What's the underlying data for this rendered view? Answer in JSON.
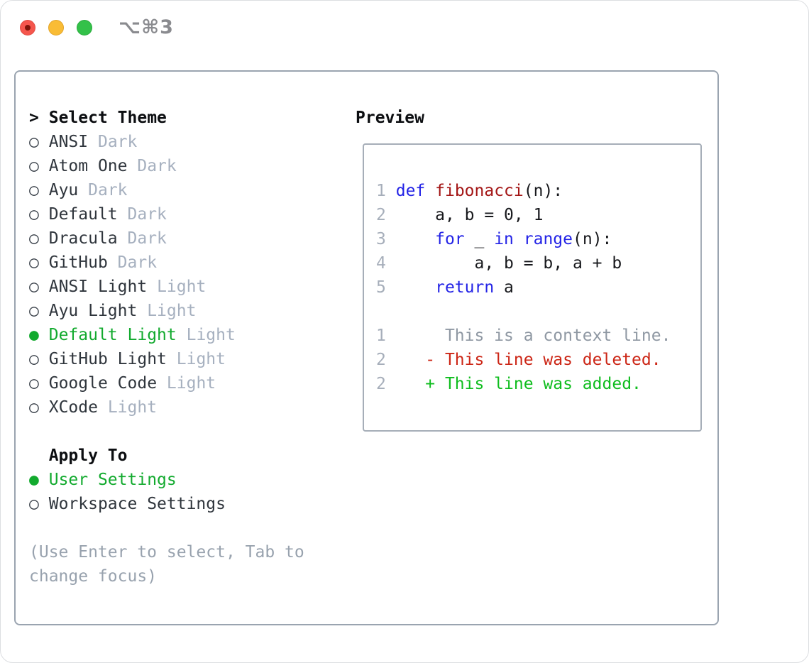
{
  "window": {
    "title": "⌥⌘3"
  },
  "glyphs": {
    "header_prefix": ">",
    "selected_bullet": "●",
    "unselected_bullet": "○"
  },
  "colors": {
    "accent_green": "#12aa2e",
    "keyword_blue": "#2323e6",
    "function_red": "#a31515",
    "deleted_red": "#cc2616",
    "added_green": "#0fbd1e",
    "panel_border": "#9aa4b0",
    "muted_gray": "#a6b0bf"
  },
  "theme_panel": {
    "header": "Select Theme",
    "items": [
      {
        "name": "ANSI",
        "variant": "Dark",
        "selected": false
      },
      {
        "name": "Atom One",
        "variant": "Dark",
        "selected": false
      },
      {
        "name": "Ayu",
        "variant": "Dark",
        "selected": false
      },
      {
        "name": "Default",
        "variant": "Dark",
        "selected": false
      },
      {
        "name": "Dracula",
        "variant": "Dark",
        "selected": false
      },
      {
        "name": "GitHub",
        "variant": "Dark",
        "selected": false
      },
      {
        "name": "ANSI Light",
        "variant": "Light",
        "selected": false
      },
      {
        "name": "Ayu Light",
        "variant": "Light",
        "selected": false
      },
      {
        "name": "Default Light",
        "variant": "Light",
        "selected": true
      },
      {
        "name": "GitHub Light",
        "variant": "Light",
        "selected": false
      },
      {
        "name": "Google Code",
        "variant": "Light",
        "selected": false
      },
      {
        "name": "XCode",
        "variant": "Light",
        "selected": false
      }
    ],
    "apply_to": {
      "header": "Apply To",
      "options": [
        {
          "name": "User Settings",
          "selected": true
        },
        {
          "name": "Workspace Settings",
          "selected": false
        }
      ]
    },
    "hint": "(Use Enter to select, Tab to change focus)"
  },
  "preview": {
    "header": "Preview",
    "lines": [
      {
        "tokens": [
          [
            "1",
            "num"
          ],
          [
            " ",
            "plain"
          ],
          [
            "def",
            "kw"
          ],
          [
            " ",
            "plain"
          ],
          [
            "fibonacci",
            "fn"
          ],
          [
            "(n):",
            "plain"
          ]
        ]
      },
      {
        "tokens": [
          [
            "2",
            "num"
          ],
          [
            "     a, b = 0, 1",
            "plain"
          ]
        ]
      },
      {
        "tokens": [
          [
            "3",
            "num"
          ],
          [
            "     ",
            "plain"
          ],
          [
            "for",
            "kw"
          ],
          [
            " _ ",
            "plain"
          ],
          [
            "in",
            "kw"
          ],
          [
            " ",
            "plain"
          ],
          [
            "range",
            "kw"
          ],
          [
            "(n):",
            "plain"
          ]
        ]
      },
      {
        "tokens": [
          [
            "4",
            "num"
          ],
          [
            "         a, b = b, a + b",
            "plain"
          ]
        ]
      },
      {
        "tokens": [
          [
            "5",
            "num"
          ],
          [
            "     ",
            "plain"
          ],
          [
            "return",
            "kw"
          ],
          [
            " a",
            "plain"
          ]
        ]
      },
      {
        "tokens": []
      },
      {
        "tokens": [
          [
            "1",
            "num"
          ],
          [
            "      This is a context line.",
            "ctx"
          ]
        ]
      },
      {
        "tokens": [
          [
            "2",
            "num"
          ],
          [
            "    ",
            "plain"
          ],
          [
            "- This line was deleted.",
            "del"
          ]
        ]
      },
      {
        "tokens": [
          [
            "2",
            "num"
          ],
          [
            "    ",
            "plain"
          ],
          [
            "+ This line was added.",
            "add"
          ]
        ]
      }
    ]
  }
}
